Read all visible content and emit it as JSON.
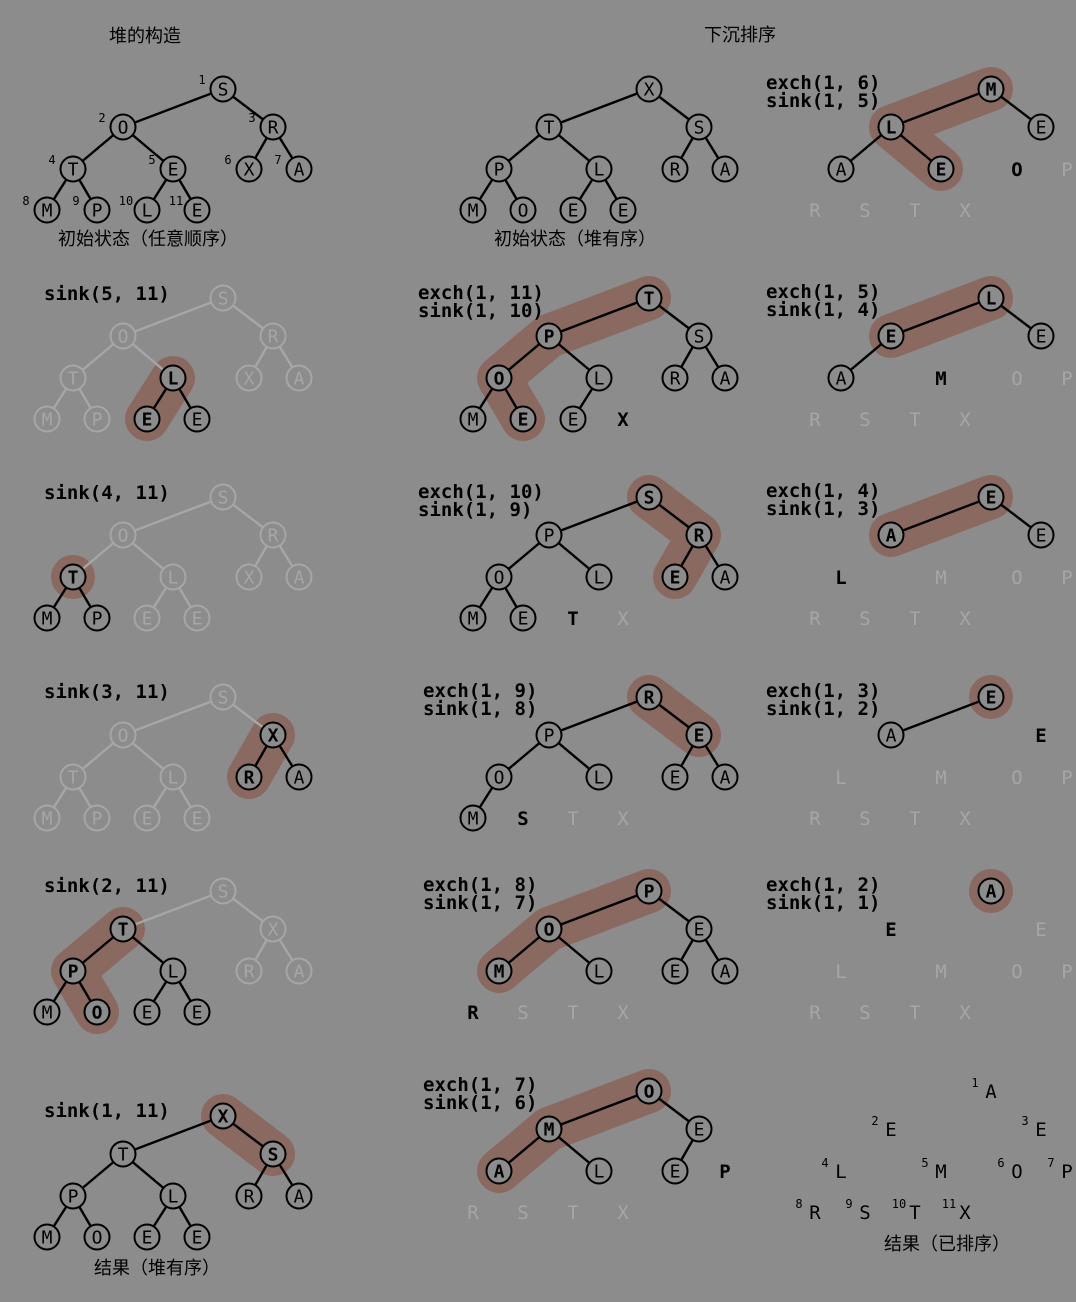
{
  "colors": {
    "background": "#8c8c8c",
    "ink": "#000000",
    "faded": "#a6a6a6",
    "highlight": "#8a6a60",
    "node_fill": "#8c8c8c"
  },
  "headers": {
    "construction": "堆的构造",
    "sortdown": "下沉排序"
  },
  "captions": [
    {
      "id": "cap-initial-arbitrary",
      "text": "初始状态（任意顺序）"
    },
    {
      "id": "cap-initial-heap",
      "text": "初始状态（堆有序）"
    },
    {
      "id": "cap-result-heap",
      "text": "结果（堆有序）"
    },
    {
      "id": "cap-result-sorted",
      "text": "结果（已排序）"
    }
  ],
  "labels": [
    {
      "id": "lbl-sink-5-11",
      "lines": [
        "sink(5, 11)"
      ]
    },
    {
      "id": "lbl-sink-4-11",
      "lines": [
        "sink(4, 11)"
      ]
    },
    {
      "id": "lbl-sink-3-11",
      "lines": [
        "sink(3, 11)"
      ]
    },
    {
      "id": "lbl-sink-2-11",
      "lines": [
        "sink(2, 11)"
      ]
    },
    {
      "id": "lbl-sink-1-11",
      "lines": [
        "sink(1, 11)"
      ]
    },
    {
      "id": "lbl-exch-1-11",
      "lines": [
        "exch(1, 11)",
        "sink(1, 10)"
      ]
    },
    {
      "id": "lbl-exch-1-10",
      "lines": [
        "exch(1, 10)",
        "sink(1, 9)"
      ]
    },
    {
      "id": "lbl-exch-1-9",
      "lines": [
        "exch(1, 9)",
        "sink(1, 8)"
      ]
    },
    {
      "id": "lbl-exch-1-8",
      "lines": [
        "exch(1, 8)",
        "sink(1, 7)"
      ]
    },
    {
      "id": "lbl-exch-1-7",
      "lines": [
        "exch(1, 7)",
        "sink(1, 6)"
      ]
    },
    {
      "id": "lbl-exch-1-6",
      "lines": [
        "exch(1, 6)",
        "sink(1, 5)"
      ]
    },
    {
      "id": "lbl-exch-1-5",
      "lines": [
        "exch(1, 5)",
        "sink(1, 4)"
      ]
    },
    {
      "id": "lbl-exch-1-4",
      "lines": [
        "exch(1, 4)",
        "sink(1, 3)"
      ]
    },
    {
      "id": "lbl-exch-1-3",
      "lines": [
        "exch(1, 3)",
        "sink(1, 2)"
      ]
    },
    {
      "id": "lbl-exch-1-2",
      "lines": [
        "exch(1, 2)",
        "sink(1, 1)"
      ]
    }
  ],
  "panels": [
    {
      "id": "initial-arbitrary",
      "nodes": {
        "1": "S",
        "2": "O",
        "3": "R",
        "4": "T",
        "5": "E",
        "6": "X",
        "7": "A",
        "8": "M",
        "9": "P",
        "10": "L",
        "11": "E"
      },
      "faded": [],
      "hl": [],
      "idx": true,
      "sorted": []
    },
    {
      "id": "sink-5-11",
      "nodes": {
        "1": "S",
        "2": "O",
        "3": "R",
        "4": "T",
        "5": "L",
        "6": "X",
        "7": "A",
        "8": "M",
        "9": "P",
        "10": "E",
        "11": "E"
      },
      "faded": [
        1,
        2,
        3,
        4,
        6,
        7,
        8,
        9
      ],
      "hl": [
        5,
        10
      ],
      "sorted": []
    },
    {
      "id": "sink-4-11",
      "nodes": {
        "1": "S",
        "2": "O",
        "3": "R",
        "4": "T",
        "5": "L",
        "6": "X",
        "7": "A",
        "8": "M",
        "9": "P",
        "10": "E",
        "11": "E"
      },
      "faded": [
        1,
        2,
        3,
        5,
        6,
        7,
        10,
        11
      ],
      "hl": [
        4
      ],
      "sorted": []
    },
    {
      "id": "sink-3-11",
      "nodes": {
        "1": "S",
        "2": "O",
        "3": "X",
        "4": "T",
        "5": "L",
        "6": "R",
        "7": "A",
        "8": "M",
        "9": "P",
        "10": "E",
        "11": "E"
      },
      "faded": [
        1,
        2,
        4,
        5,
        8,
        9,
        10,
        11
      ],
      "hl": [
        3,
        6
      ],
      "sorted": []
    },
    {
      "id": "sink-2-11",
      "nodes": {
        "1": "S",
        "2": "T",
        "3": "X",
        "4": "P",
        "5": "L",
        "6": "R",
        "7": "A",
        "8": "M",
        "9": "O",
        "10": "E",
        "11": "E"
      },
      "faded": [
        1,
        3,
        6,
        7
      ],
      "hl": [
        2,
        4,
        9
      ],
      "sorted": []
    },
    {
      "id": "sink-1-11",
      "nodes": {
        "1": "X",
        "2": "T",
        "3": "S",
        "4": "P",
        "5": "L",
        "6": "R",
        "7": "A",
        "8": "M",
        "9": "O",
        "10": "E",
        "11": "E"
      },
      "faded": [],
      "hl": [
        1,
        3
      ],
      "sorted": []
    },
    {
      "id": "initial-heap",
      "nodes": {
        "1": "X",
        "2": "T",
        "3": "S",
        "4": "P",
        "5": "L",
        "6": "R",
        "7": "A",
        "8": "M",
        "9": "O",
        "10": "E",
        "11": "E"
      },
      "faded": [],
      "hl": [],
      "sorted": []
    },
    {
      "id": "sortdown-10",
      "nodes": {
        "1": "T",
        "2": "P",
        "3": "S",
        "4": "O",
        "5": "L",
        "6": "R",
        "7": "A",
        "8": "M",
        "9": "E",
        "10": "E"
      },
      "faded": [],
      "hl": [
        1,
        2,
        4,
        9
      ],
      "sorted": [
        {
          "p": 11,
          "c": "X",
          "b": true
        }
      ]
    },
    {
      "id": "sortdown-9",
      "nodes": {
        "1": "S",
        "2": "P",
        "3": "R",
        "4": "O",
        "5": "L",
        "6": "E",
        "7": "A",
        "8": "M",
        "9": "E"
      },
      "faded": [],
      "hl": [
        1,
        3,
        6
      ],
      "sorted": [
        {
          "p": 10,
          "c": "T",
          "b": true
        },
        {
          "p": 11,
          "c": "X",
          "b": false
        }
      ]
    },
    {
      "id": "sortdown-8",
      "nodes": {
        "1": "R",
        "2": "P",
        "3": "E",
        "4": "O",
        "5": "L",
        "6": "E",
        "7": "A",
        "8": "M"
      },
      "faded": [],
      "hl": [
        1,
        3
      ],
      "sorted": [
        {
          "p": 9,
          "c": "S",
          "b": true
        },
        {
          "p": 10,
          "c": "T",
          "b": false
        },
        {
          "p": 11,
          "c": "X",
          "b": false
        }
      ]
    },
    {
      "id": "sortdown-7",
      "nodes": {
        "1": "P",
        "2": "O",
        "3": "E",
        "4": "M",
        "5": "L",
        "6": "E",
        "7": "A"
      },
      "faded": [],
      "hl": [
        1,
        2,
        4
      ],
      "sorted": [
        {
          "p": 8,
          "c": "R",
          "b": true
        },
        {
          "p": 9,
          "c": "S",
          "b": false
        },
        {
          "p": 10,
          "c": "T",
          "b": false
        },
        {
          "p": 11,
          "c": "X",
          "b": false
        }
      ]
    },
    {
      "id": "sortdown-6",
      "nodes": {
        "1": "O",
        "2": "M",
        "3": "E",
        "4": "A",
        "5": "L",
        "6": "E"
      },
      "faded": [],
      "hl": [
        1,
        2,
        4
      ],
      "sorted": [
        {
          "p": 7,
          "c": "P",
          "b": true
        },
        {
          "p": 8,
          "c": "R",
          "b": false
        },
        {
          "p": 9,
          "c": "S",
          "b": false
        },
        {
          "p": 10,
          "c": "T",
          "b": false
        },
        {
          "p": 11,
          "c": "X",
          "b": false
        }
      ]
    },
    {
      "id": "sortdown-5",
      "nodes": {
        "1": "M",
        "2": "L",
        "3": "E",
        "4": "A",
        "5": "E"
      },
      "faded": [],
      "hl": [
        1,
        2,
        5
      ],
      "sorted": [
        {
          "p": 6,
          "c": "O",
          "b": true
        },
        {
          "p": 7,
          "c": "P",
          "b": false
        },
        {
          "p": 8,
          "c": "R",
          "b": false
        },
        {
          "p": 9,
          "c": "S",
          "b": false
        },
        {
          "p": 10,
          "c": "T",
          "b": false
        },
        {
          "p": 11,
          "c": "X",
          "b": false
        }
      ]
    },
    {
      "id": "sortdown-4",
      "nodes": {
        "1": "L",
        "2": "E",
        "3": "E",
        "4": "A"
      },
      "faded": [],
      "hl": [
        1,
        2
      ],
      "sorted": [
        {
          "p": 5,
          "c": "M",
          "b": true
        },
        {
          "p": 6,
          "c": "O",
          "b": false
        },
        {
          "p": 7,
          "c": "P",
          "b": false
        },
        {
          "p": 8,
          "c": "R",
          "b": false
        },
        {
          "p": 9,
          "c": "S",
          "b": false
        },
        {
          "p": 10,
          "c": "T",
          "b": false
        },
        {
          "p": 11,
          "c": "X",
          "b": false
        }
      ]
    },
    {
      "id": "sortdown-3",
      "nodes": {
        "1": "E",
        "2": "A",
        "3": "E"
      },
      "faded": [],
      "hl": [
        1,
        2
      ],
      "sorted": [
        {
          "p": 4,
          "c": "L",
          "b": true
        },
        {
          "p": 5,
          "c": "M",
          "b": false
        },
        {
          "p": 6,
          "c": "O",
          "b": false
        },
        {
          "p": 7,
          "c": "P",
          "b": false
        },
        {
          "p": 8,
          "c": "R",
          "b": false
        },
        {
          "p": 9,
          "c": "S",
          "b": false
        },
        {
          "p": 10,
          "c": "T",
          "b": false
        },
        {
          "p": 11,
          "c": "X",
          "b": false
        }
      ]
    },
    {
      "id": "sortdown-2",
      "nodes": {
        "1": "E",
        "2": "A"
      },
      "faded": [],
      "hl": [
        1
      ],
      "sorted": [
        {
          "p": 3,
          "c": "E",
          "b": true
        },
        {
          "p": 4,
          "c": "L",
          "b": false
        },
        {
          "p": 5,
          "c": "M",
          "b": false
        },
        {
          "p": 6,
          "c": "O",
          "b": false
        },
        {
          "p": 7,
          "c": "P",
          "b": false
        },
        {
          "p": 8,
          "c": "R",
          "b": false
        },
        {
          "p": 9,
          "c": "S",
          "b": false
        },
        {
          "p": 10,
          "c": "T",
          "b": false
        },
        {
          "p": 11,
          "c": "X",
          "b": false
        }
      ]
    },
    {
      "id": "sortdown-1",
      "nodes": {
        "1": "A"
      },
      "faded": [],
      "hl": [
        1
      ],
      "sorted": [
        {
          "p": 2,
          "c": "E",
          "b": true
        },
        {
          "p": 3,
          "c": "E",
          "b": false
        },
        {
          "p": 4,
          "c": "L",
          "b": false
        },
        {
          "p": 5,
          "c": "M",
          "b": false
        },
        {
          "p": 6,
          "c": "O",
          "b": false
        },
        {
          "p": 7,
          "c": "P",
          "b": false
        },
        {
          "p": 8,
          "c": "R",
          "b": false
        },
        {
          "p": 9,
          "c": "S",
          "b": false
        },
        {
          "p": 10,
          "c": "T",
          "b": false
        },
        {
          "p": 11,
          "c": "X",
          "b": false
        }
      ]
    },
    {
      "id": "result-sorted",
      "nodes": {},
      "faded": [],
      "hl": [],
      "sorted": [
        {
          "p": 1,
          "c": "A",
          "b": false,
          "i": true
        },
        {
          "p": 2,
          "c": "E",
          "b": false,
          "i": true
        },
        {
          "p": 3,
          "c": "E",
          "b": false,
          "i": true
        },
        {
          "p": 4,
          "c": "L",
          "b": false,
          "i": true
        },
        {
          "p": 5,
          "c": "M",
          "b": false,
          "i": true
        },
        {
          "p": 6,
          "c": "O",
          "b": false,
          "i": true
        },
        {
          "p": 7,
          "c": "P",
          "b": false,
          "i": true
        },
        {
          "p": 8,
          "c": "R",
          "b": false,
          "i": true
        },
        {
          "p": 9,
          "c": "S",
          "b": false,
          "i": true
        },
        {
          "p": 10,
          "c": "T",
          "b": false,
          "i": true
        },
        {
          "p": 11,
          "c": "X",
          "b": false,
          "i": true
        }
      ]
    }
  ]
}
